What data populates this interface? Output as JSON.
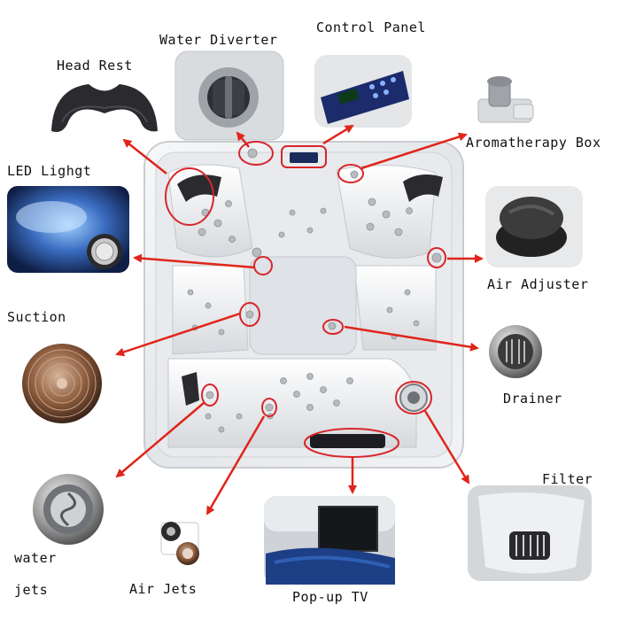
{
  "labels": {
    "water_diverter": "Water Diverter",
    "control_panel": "Control Panel",
    "head_rest": "Head Rest",
    "aromatherapy_box": "Aromatherapy Box",
    "led_light": "LED Lighgt",
    "air_adjuster": "Air Adjuster",
    "suction": "Suction",
    "drainer": "Drainer",
    "filter": "Filter",
    "water_jets_line1": "water",
    "water_jets_line2": "jets",
    "air_jets": "Air Jets",
    "popup_tv": "Pop-up TV"
  },
  "colors": {
    "arrow": "#e0251b",
    "highlight": "#d8262b",
    "tub_shell": "#eef0f2",
    "tub_edge": "#c9ccd0",
    "headrest": "#2b2b2f"
  },
  "icons": [
    "arrow-icon",
    "headrest-icon",
    "control-panel-icon",
    "jet-icon",
    "led-light-icon",
    "suction-cover-icon",
    "drain-icon",
    "filter-icon",
    "tv-icon"
  ]
}
